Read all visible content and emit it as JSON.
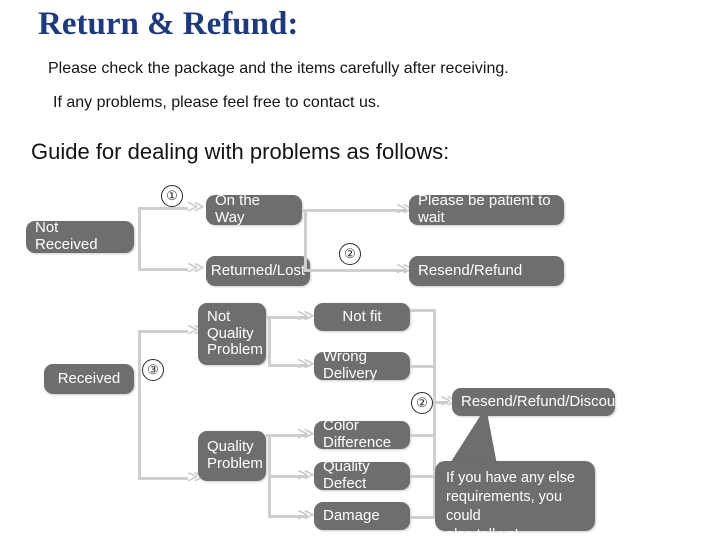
{
  "header": {
    "title": "Return & Refund:",
    "title_color": "#1e3a7a",
    "line1": "Please check the package and the items carefully after receiving.",
    "line2": "If any problems, please feel free to contact us.",
    "guide": "Guide for dealing with problems as follows:"
  },
  "theme": {
    "node_fill": "#6e6e6e",
    "node_text": "#ffffff",
    "connector": "#cfcfcf",
    "arrow": "#c9c9c9",
    "background": "#ffffff"
  },
  "flow": {
    "roots": {
      "not_received": "Not Received",
      "received": "Received"
    },
    "steps": {
      "one": "①",
      "two_top": "②",
      "two_bottom": "②",
      "three": "③"
    },
    "not_received_branch": [
      {
        "id": "on-the-way",
        "label": "On the Way",
        "outcome": "Please be patient to wait"
      },
      {
        "id": "returned-lost",
        "label": "Returned/Lost",
        "outcome": "Resend/Refund"
      }
    ],
    "outcomes_top": {
      "please_wait": "Please be patient to wait",
      "resend_refund": "Resend/Refund"
    },
    "received_branch": [
      {
        "id": "not-quality-problem",
        "label": "Not\nQuality\nProblem",
        "children": [
          "Not fit",
          "Wrong Delivery"
        ]
      },
      {
        "id": "quality-problem",
        "label": "Quality\nProblem",
        "children": [
          "Color Difference",
          "Quality Defect",
          "Damage"
        ]
      }
    ],
    "reasons": {
      "not_fit": "Not fit",
      "wrong_delivery": "Wrong Delivery",
      "color_difference": "Color Difference",
      "quality_defect": "Quality Defect",
      "damage": "Damage"
    },
    "final_outcome": "Resend/Refund/Discount",
    "callout": "If you have any else\nrequirements, you could\nalso tell us!"
  },
  "icons": {
    "arrow_glyph": "≫"
  }
}
